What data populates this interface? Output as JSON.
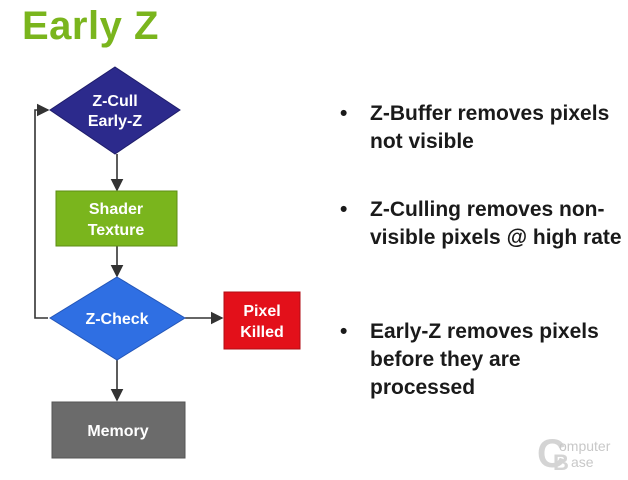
{
  "title": "Early Z",
  "diagram": {
    "nodes": {
      "zcull": {
        "line1": "Z-Cull",
        "line2": "Early-Z",
        "color": "#2c2a8c"
      },
      "shader": {
        "line1": "Shader",
        "line2": "Texture",
        "color": "#7ab51d"
      },
      "zcheck": {
        "line1": "Z-Check",
        "color": "#2f6fe3"
      },
      "killed": {
        "line1": "Pixel",
        "line2": "Killed",
        "color": "#e3101a"
      },
      "memory": {
        "line1": "Memory",
        "color": "#6b6b6b"
      }
    },
    "line_color": "#333333"
  },
  "bullets": [
    {
      "marker": "•",
      "text": "Z-Buffer removes pixels not visible"
    },
    {
      "marker": "•",
      "text": "Z-Culling removes non-visible pixels @ high rate"
    },
    {
      "marker": "•",
      "text": "Early-Z removes pixels before they are processed"
    }
  ],
  "watermark": {
    "line1": "omputer",
    "line2": "ase",
    "mark1": "C",
    "mark2": "B"
  }
}
